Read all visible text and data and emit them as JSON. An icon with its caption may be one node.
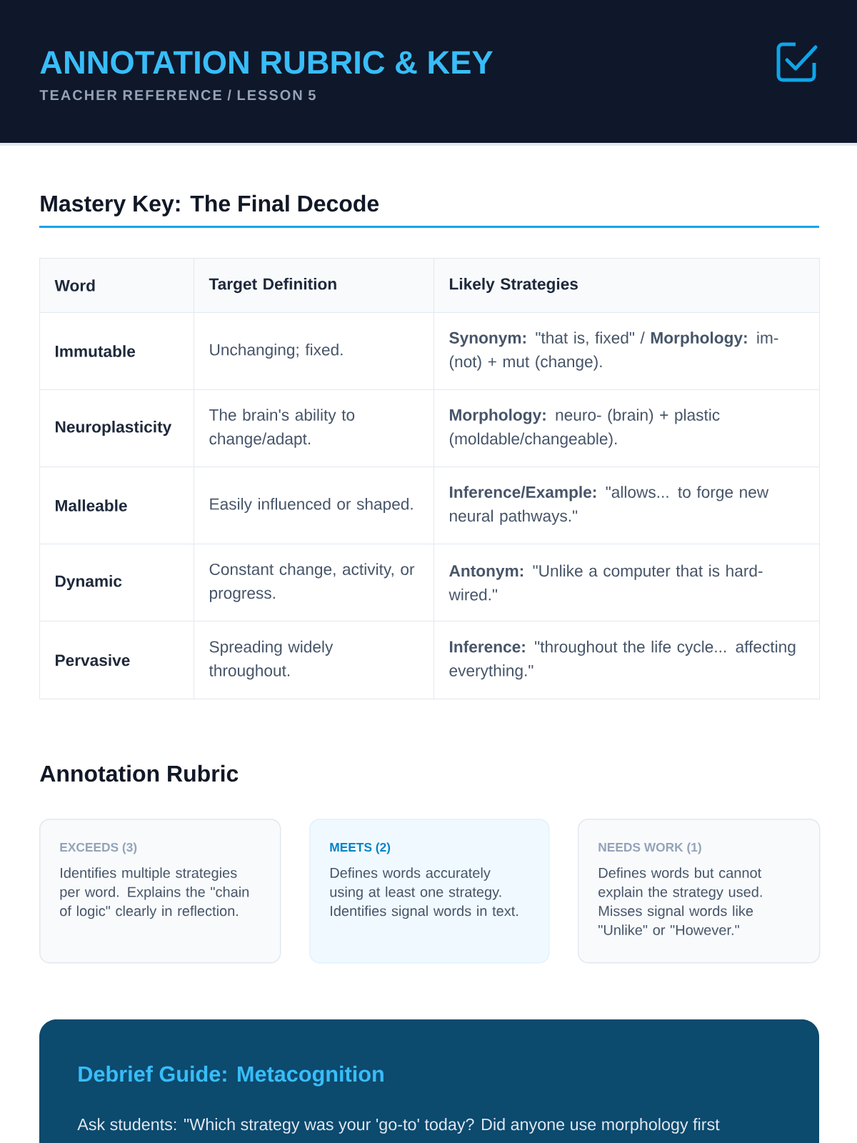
{
  "diagram": {
    "title": "ANNOTATION RUBRIC & KEY",
    "nodes": [
      {
        "text": [
          "EXCEEDS (3)",
          "Identifies multiple strategies per word. Explains the \"chain of logic\" clearly in reflection."
        ]
      },
      {
        "text": [
          "MEETS (2)",
          "Defines words accurately using at least one strategy. Identifies signal words in text."
        ]
      },
      {
        "text": [
          "NEEDS WORK (1)",
          "Defines words but cannot explain the strategy used. Misses signal words like \"Unlike\" or \"However.\""
        ]
      },
      {
        "text": [
          "Debrief Guide: Metacognition",
          "Ask students: \"Which strategy was your 'go-to' today? Did anyone use morphology first"
        ]
      }
    ],
    "labels": [
      "TEACHER REFERENCE / LESSON 5",
      "Mastery Key: The Final Decode",
      "Word",
      "Target Definition",
      "Likely Strategies",
      "Immutable",
      "Unchanging; fixed.",
      "**Synonym:** \"that is, fixed\" / **Morphology:** im-(not) + mut (change).",
      "Neuroplasticity",
      "The brain's ability to change/adapt.",
      "**Morphology:** neuro- (brain) + plastic (moldable/changeable).",
      "Malleable",
      "Easily influenced or shaped.",
      "**Inference/Example:** \"allows... to forge new neural pathways.\"",
      "Dynamic",
      "Constant change, activity, or progress.",
      "**Antonym:** \"Unlike a computer that is hard-wired.\"",
      "Pervasive",
      "Spreading widely throughout.",
      "**Inference:** \"throughout the life cycle... affecting everything.\"",
      "Annotation Rubric"
    ]
  }
}
